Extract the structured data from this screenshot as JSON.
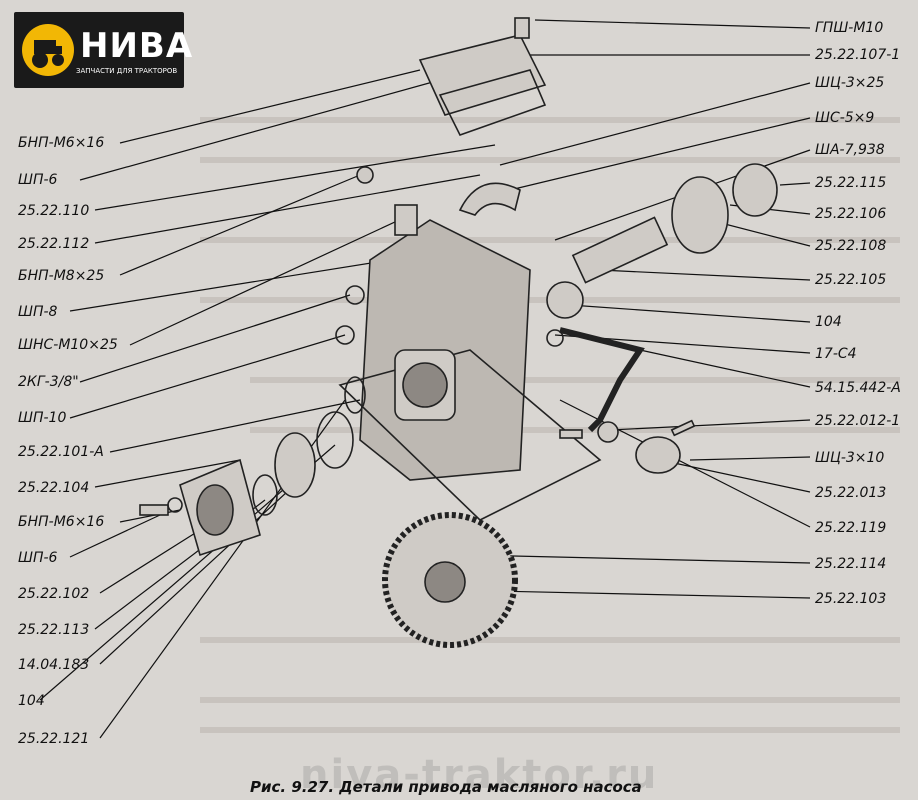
{
  "logo": {
    "brand": "НИВА",
    "tagline": "ЗАПЧАСТИ ДЛЯ ТРАКТОРОВ"
  },
  "labels_left": [
    "БНП-М6×16",
    "ШП-6",
    "25.22.110",
    "25.22.112",
    "БНП-М8×25",
    "ШП-8",
    "ШНС-М10×25",
    "2КГ-3/8\"",
    "ШП-10",
    "25.22.101-А",
    "25.22.104",
    "БНП-М6×16",
    "ШП-6",
    "25.22.102",
    "25.22.113",
    "14.04.183",
    "104",
    "25.22.121"
  ],
  "labels_right": [
    "ГПШ-М10",
    "25.22.107-1",
    "ШЦ-3×25",
    "ШС-5×9",
    "ША-7,938",
    "25.22.115",
    "25.22.106",
    "25.22.108",
    "25.22.105",
    "104",
    "17-С4",
    "54.15.442-А",
    "25.22.012-1",
    "ШЦ-3×10",
    "25.22.013",
    "25.22.119",
    "25.22.114",
    "25.22.103"
  ],
  "caption": "Рис. 9.27. Детали привода масляного насоса",
  "watermark": "niva-traktor.ru",
  "colors": {
    "background": "#d9d6d2",
    "logo_bg": "#1a1a1a",
    "logo_accent": "#f2b705",
    "ink": "#111111"
  },
  "icons": [
    "tractor-logo-icon"
  ]
}
